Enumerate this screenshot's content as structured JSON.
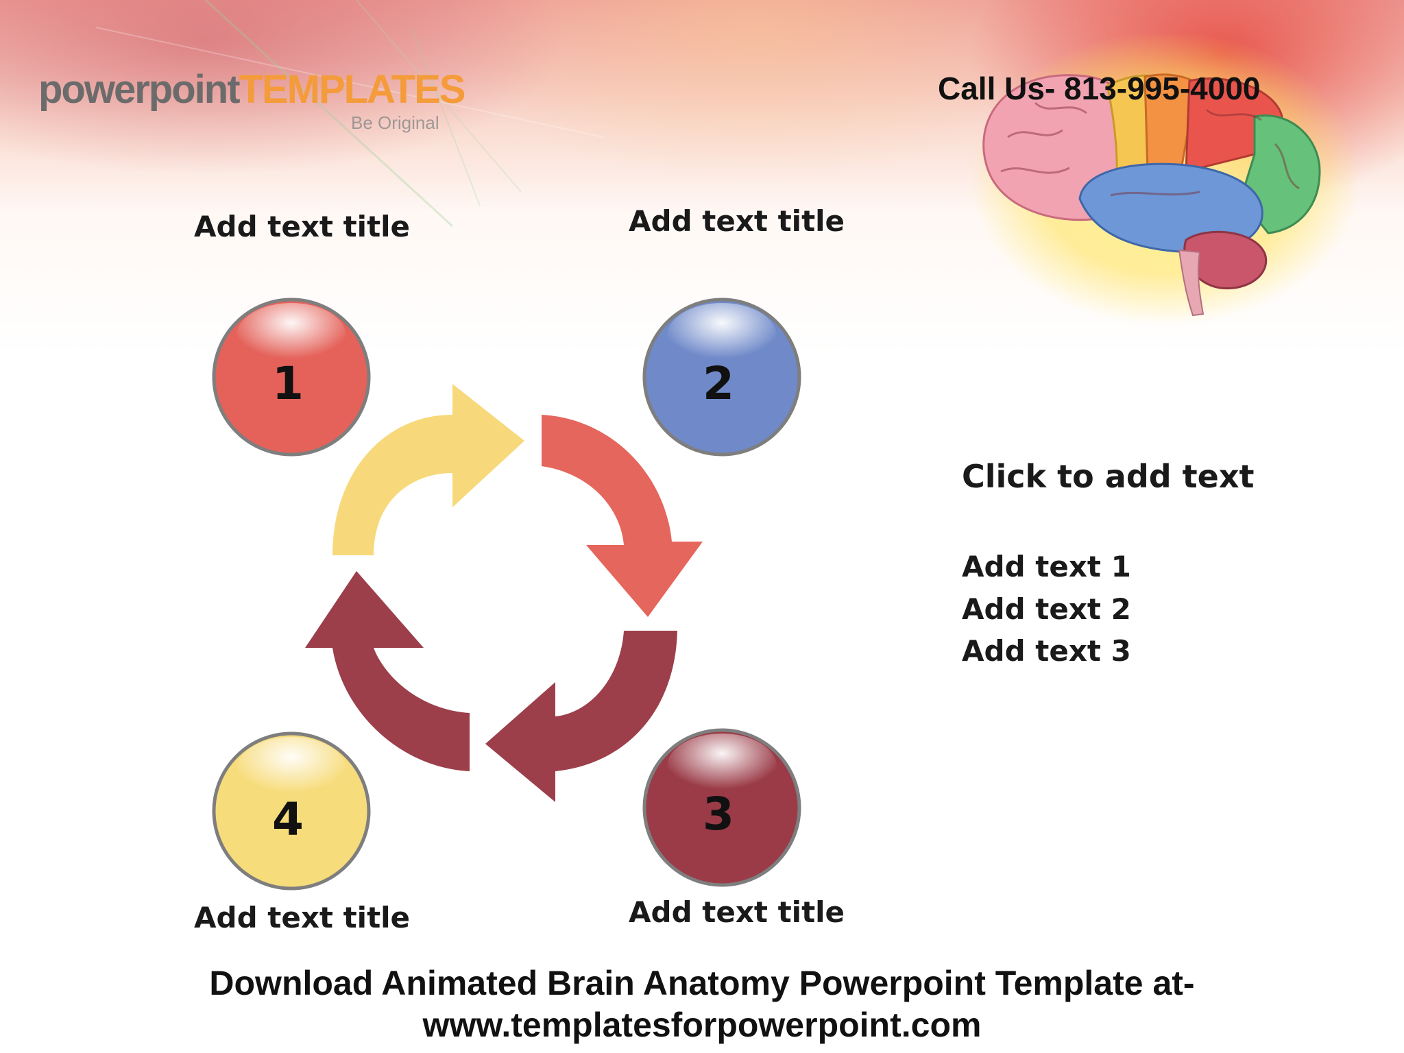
{
  "header": {
    "logo_primary": "powerpoint",
    "logo_secondary": "TEMPLATES",
    "logo_tagline": "Be Original",
    "call_us": "Call Us- 813-995-4000"
  },
  "diagram": {
    "steps": [
      {
        "number": "1",
        "title": "Add text title",
        "color": "#e4625a"
      },
      {
        "number": "2",
        "title": "Add text title",
        "color": "#6f89c9"
      },
      {
        "number": "3",
        "title": "Add text title",
        "color": "#9a3b47"
      },
      {
        "number": "4",
        "title": "Add text title",
        "color": "#f7dc7c"
      }
    ],
    "arrow_colors": {
      "yellow": "#f7d97b",
      "red": "#e4665c",
      "maroon": "#9c3f4b"
    }
  },
  "side_panel": {
    "heading": "Click to add text",
    "items": [
      "Add text 1",
      "Add text 2",
      "Add text 3"
    ]
  },
  "footer": {
    "line1": "Download Animated Brain Anatomy Powerpoint Template at-",
    "line2": "www.templatesforpowerpoint.com"
  }
}
